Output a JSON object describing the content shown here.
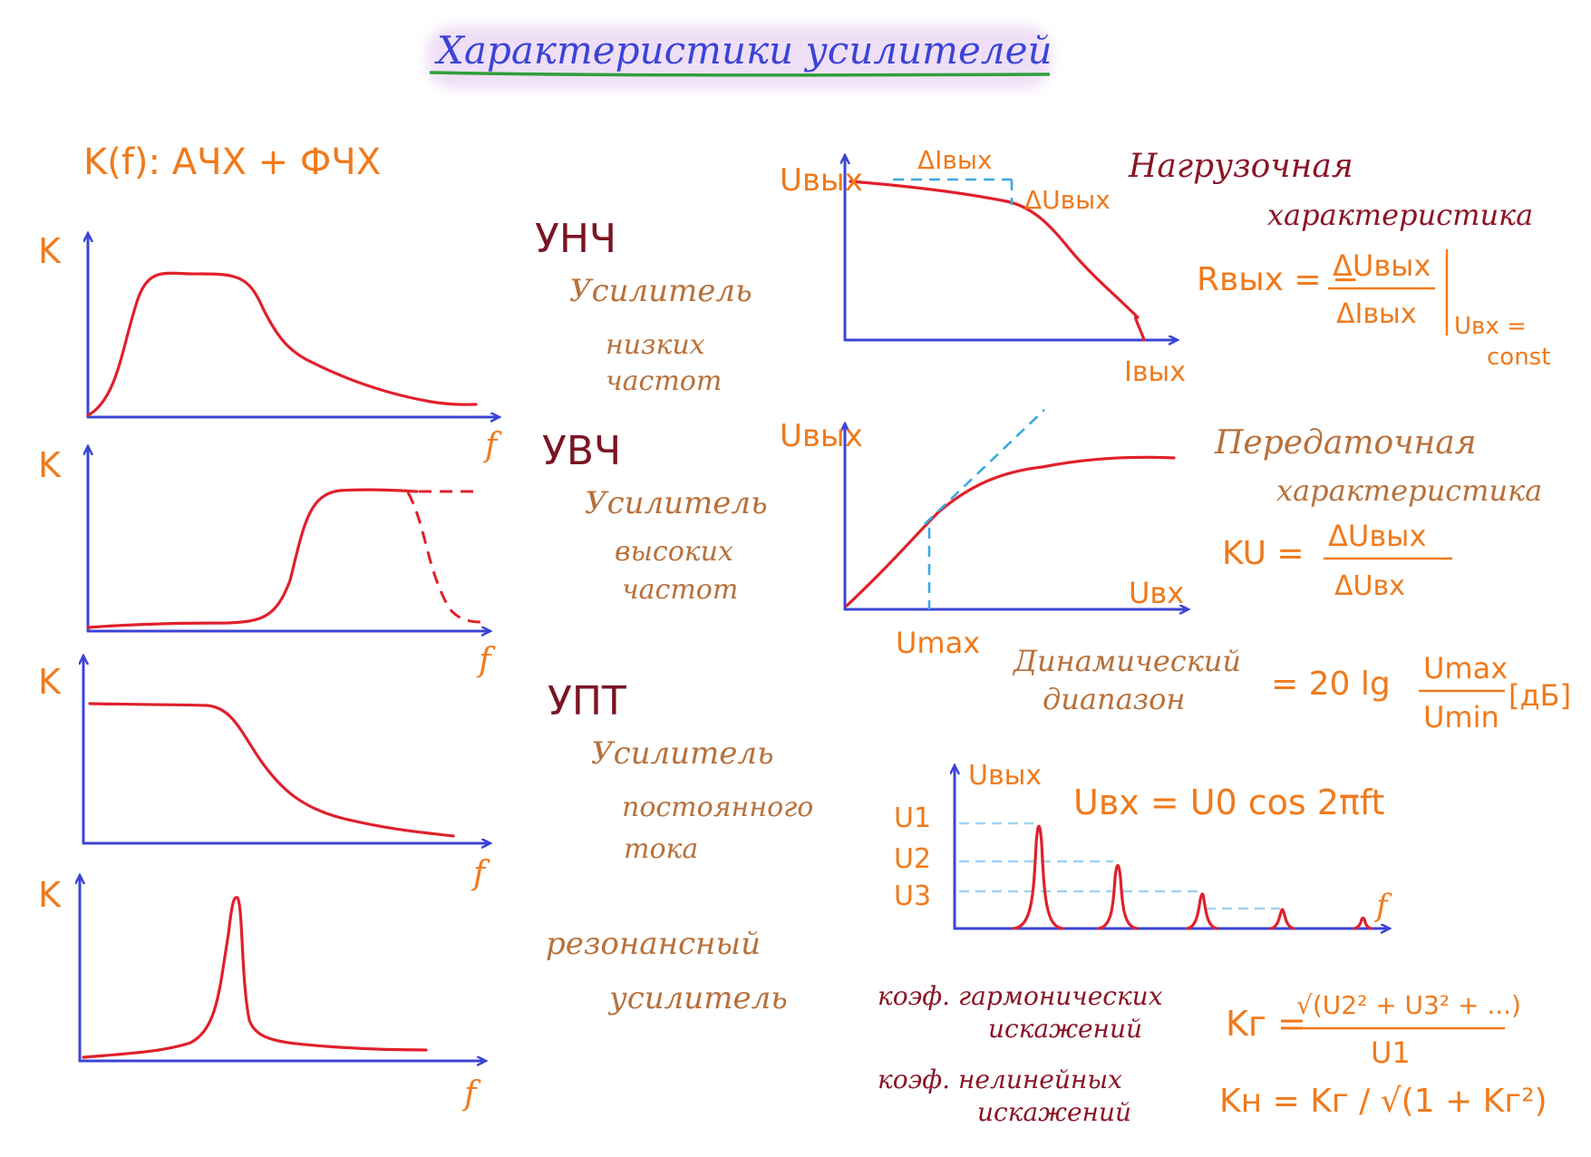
{
  "title": "Характеристики усилителей",
  "intro": "K(f): АЧХ + ФЧХ",
  "left_plots": {
    "ylabel": "K",
    "xlabel": "f"
  },
  "types": {
    "unch": {
      "abbr": "УНЧ",
      "l1": "Усилитель",
      "l2": "низких",
      "l3": "частот"
    },
    "uvch": {
      "abbr": "УВЧ",
      "l1": "Усилитель",
      "l2": "высоких",
      "l3": "частот"
    },
    "upt": {
      "abbr": "УПТ",
      "l1": "Усилитель",
      "l2": "постоянного",
      "l3": "тока"
    },
    "res": {
      "l1": "резонансный",
      "l2": "усилитель"
    }
  },
  "load": {
    "ylabel": "Uвых",
    "xlabel": "Iвых",
    "d_i": "ΔIвых",
    "d_u": "ΔUвых",
    "name1": "Нагрузочная",
    "name2": "характеристика",
    "f_lhs": "Rвых = −",
    "f_num": "ΔUвых",
    "f_den": "ΔIвых",
    "f_cond1": "Uвх =",
    "f_cond2": "const"
  },
  "transfer": {
    "ylabel": "Uвых",
    "xlabel": "Uвх",
    "umax": "Umax",
    "name1": "Передаточная",
    "name2": "характеристика",
    "f_lhs": "KU =",
    "f_num": "ΔUвых",
    "f_den": "ΔUвх"
  },
  "dynamic": {
    "name1": "Динамический",
    "name2": "диапазон",
    "f_lhs": "= 20 lg",
    "f_num": "Umax",
    "f_den": "Umin",
    "f_unit": "[дБ]"
  },
  "spectrum": {
    "ylabel": "Uвых",
    "xlabel": "f",
    "u1": "U1",
    "u2": "U2",
    "u3": "U3",
    "formula": "Uвх = U0 cos 2πft"
  },
  "harmonic": {
    "name1": "коэф. гармонических",
    "name2": "искажений",
    "f_lhs": "Kг =",
    "f_num": "√(U2² + U3² + ...)",
    "f_den": "U1"
  },
  "nonlinear": {
    "name1": "коэф. нелинейных",
    "name2": "искажений",
    "formula": "Kн = Kг / √(1 + Kг²)"
  },
  "colors": {
    "title": "#3b44d6",
    "axes": "#3b44d6",
    "curves": "#e0202c",
    "guides": "#3aa9e0",
    "labels": "#f07a1c",
    "descriptions": "#b8703a",
    "abbreviations": "#7a1424"
  }
}
